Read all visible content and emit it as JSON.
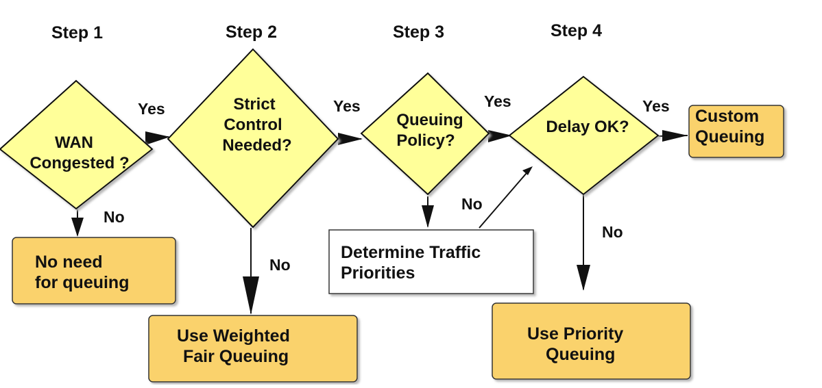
{
  "colors": {
    "decision_fill": "#ffff99",
    "outcome_fill": "#fad26c",
    "process_fill": "#ffffff",
    "shadow": "#b7b7b7"
  },
  "steps": [
    "Step 1",
    "Step 2",
    "Step 3",
    "Step 4"
  ],
  "decisions": {
    "wan_congested": [
      "WAN",
      "Congested ?"
    ],
    "strict_control": [
      "Strict",
      "Control",
      "Needed?"
    ],
    "queuing_policy": [
      "Queuing",
      "Policy?"
    ],
    "delay_ok": [
      "Delay OK?"
    ]
  },
  "outcomes": {
    "no_need": [
      "No need",
      "for queuing"
    ],
    "weighted_fair": [
      "Use Weighted",
      "Fair Queuing"
    ],
    "determine_priorities": [
      "Determine Traffic",
      "Priorities"
    ],
    "priority_queuing": [
      "Use Priority",
      "Queuing"
    ],
    "custom_queuing": [
      "Custom",
      "Queuing"
    ]
  },
  "edge_labels": {
    "yes": "Yes",
    "no": "No"
  }
}
